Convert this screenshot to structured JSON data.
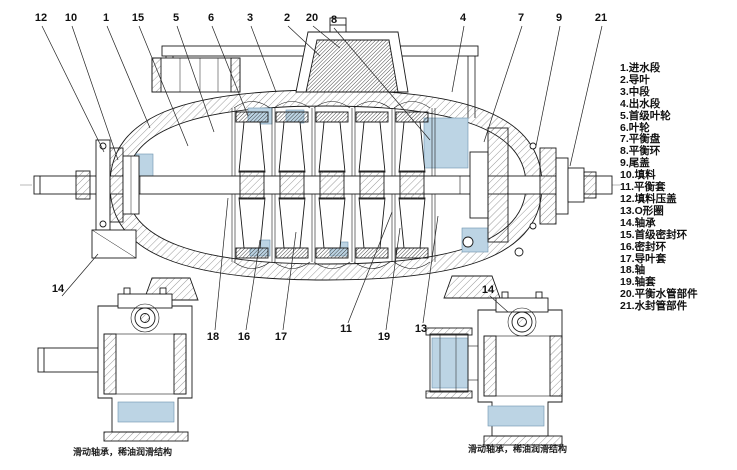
{
  "legend": {
    "items": [
      "1.进水段",
      "2.导叶",
      "3.中段",
      "4.出水段",
      "5.首级叶轮",
      "6.叶轮",
      "7.平衡盘",
      "8.平衡环",
      "9.尾盖",
      "10.填料",
      "11.平衡套",
      "12.填料压盖",
      "13.O形圈",
      "14.轴承",
      "15.首级密封环",
      "16.密封环",
      "17.导叶套",
      "18.轴",
      "19.轴套",
      "20.平衡水管部件",
      "21.水封管部件"
    ]
  },
  "callouts": {
    "top": [
      "12",
      "10",
      "1",
      "15",
      "5",
      "6",
      "3",
      "2",
      "20",
      "8",
      "4",
      "7",
      "9",
      "21"
    ],
    "bottom": [
      "18",
      "16",
      "17",
      "11",
      "19",
      "13"
    ],
    "bearing_left": "14",
    "bearing_right": "14"
  },
  "captions": {
    "left": "滑动轴承，稀油润滑结构",
    "right": "滑动轴承，稀油润滑结构"
  },
  "colors": {
    "line": "#1a1a1a",
    "water": "#bcd4e4",
    "background": "#ffffff"
  }
}
